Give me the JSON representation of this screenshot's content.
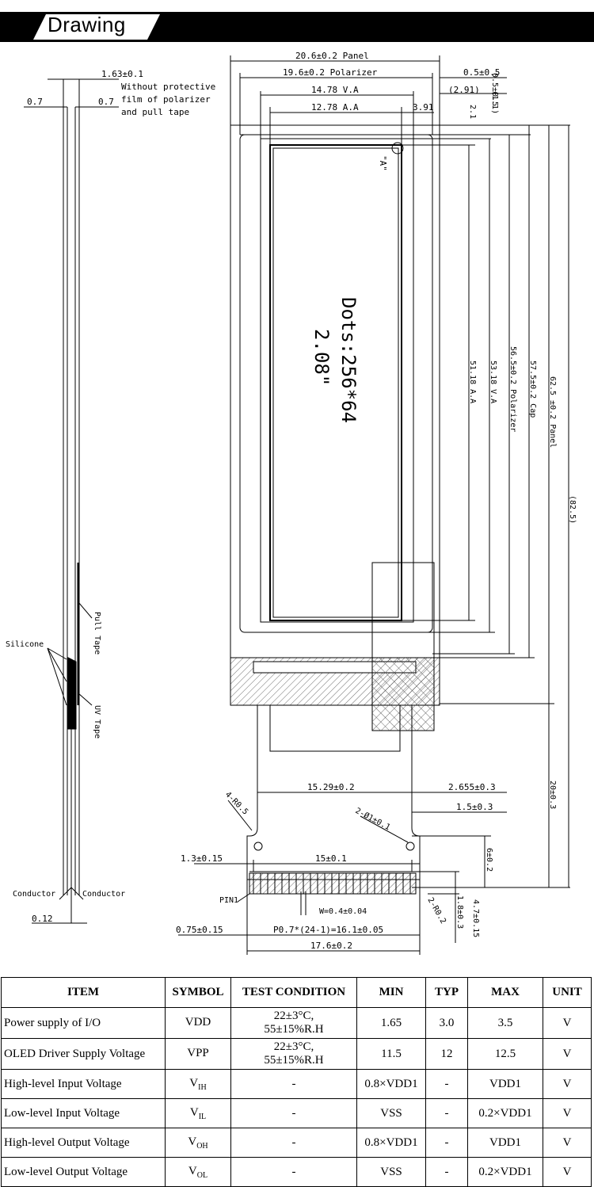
{
  "header": {
    "title": "Drawing"
  },
  "drawing": {
    "side_view": {
      "thickness": "1.63±0.1",
      "note_lines": [
        "Without protective",
        "film of polarizer",
        "and pull tape"
      ],
      "left_dim": "0.7",
      "right_dim": "0.7",
      "silicone": "Silicone",
      "pull_tape": "Pull Tape",
      "uv_tape": "UV Tape",
      "conductor_left": "Conductor",
      "conductor_right": "Conductor",
      "bottom_dim": "0.12"
    },
    "front_view": {
      "panel_width": "20.6±0.2 Panel",
      "polarizer_width": "19.6±0.2 Polarizer",
      "va_width": "14.78 V.A",
      "aa_width": "12.78 A.A",
      "right_offset": "3.91",
      "top_right_a": "0.5±0.5",
      "top_right_b": "0.5±0.5",
      "paren_291": "(2.91)",
      "paren_11": "(1.1)",
      "dim_21": "2.1",
      "detail_label": "\"A\"",
      "dots": "Dots:256*64",
      "size": "2.08\"",
      "aa_height": "51.18 A.A",
      "va_height": "53.18 V.A",
      "polarizer_height": "56.5±0.2 Polarizer",
      "cap_height": "57.5±0.2 Cap",
      "panel_height": "62.5 ±0.2 Panel",
      "total_height": "(82.5)",
      "fpc_length": "20±0.3",
      "fpc_w1": "15.29±0.2",
      "fpc_w2": "2.655±0.3",
      "fpc_w3": "1.5±0.3",
      "radius1": "4-R0.5",
      "holes": "2-Ø1±0.1",
      "h6": "6±0.2",
      "d13": "1.3±0.15",
      "d15": "15±0.1",
      "pin1": "PIN1",
      "w04": "W=0.4±0.04",
      "r02": "2-R0.2",
      "d18": "1.8±0.3",
      "d47": "4.7±0.15",
      "d075": "0.75±0.15",
      "pitch": "P0.7*(24-1)=16.1±0.05",
      "d176": "17.6±0.2"
    }
  },
  "table": {
    "headers": [
      "ITEM",
      "SYMBOL",
      "TEST CONDITION",
      "MIN",
      "TYP",
      "MAX",
      "UNIT"
    ],
    "rows": [
      {
        "item": "Power supply of I/O",
        "symbol": "VDD",
        "sub": "",
        "cond1": "22±3°C,",
        "cond2": "55±15%R.H",
        "min": "1.65",
        "typ": "3.0",
        "max": "3.5",
        "unit": "V"
      },
      {
        "item": "OLED Driver Supply Voltage",
        "symbol": "VPP",
        "sub": "",
        "cond1": "22±3°C,",
        "cond2": "55±15%R.H",
        "min": "11.5",
        "typ": "12",
        "max": "12.5",
        "unit": "V"
      },
      {
        "item": "High-level Input Voltage",
        "symbol": "V",
        "sub": "IH",
        "cond1": "-",
        "cond2": "",
        "min": "0.8×VDD1",
        "typ": "-",
        "max": "VDD1",
        "unit": "V"
      },
      {
        "item": "Low-level Input Voltage",
        "symbol": "V",
        "sub": "IL",
        "cond1": "-",
        "cond2": "",
        "min": "VSS",
        "typ": "-",
        "max": "0.2×VDD1",
        "unit": "V"
      },
      {
        "item": "High-level Output Voltage",
        "symbol": "V",
        "sub": "OH",
        "cond1": "-",
        "cond2": "",
        "min": "0.8×VDD1",
        "typ": "-",
        "max": "VDD1",
        "unit": "V"
      },
      {
        "item": "Low-level Output Voltage",
        "symbol": "V",
        "sub": "OL",
        "cond1": "-",
        "cond2": "",
        "min": "VSS",
        "typ": "-",
        "max": "0.2×VDD1",
        "unit": "V"
      }
    ]
  }
}
